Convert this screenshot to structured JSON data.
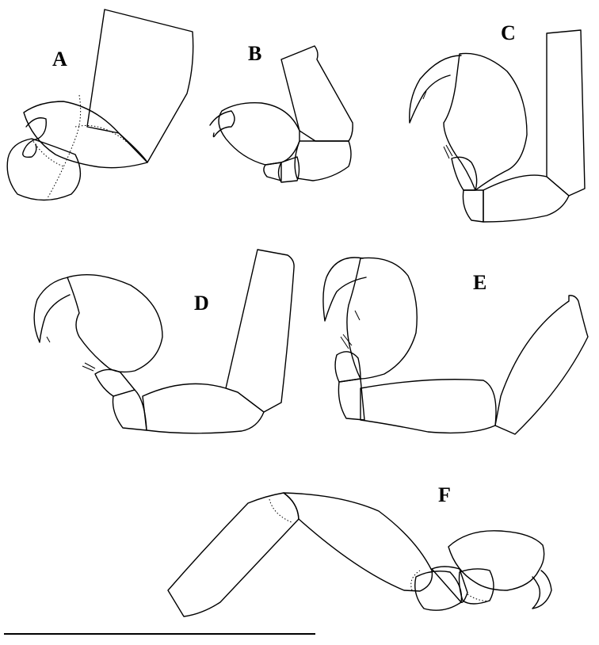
{
  "figure": {
    "panels": [
      {
        "id": "A",
        "label": "A"
      },
      {
        "id": "B",
        "label": "B"
      },
      {
        "id": "C",
        "label": "C"
      },
      {
        "id": "D",
        "label": "D"
      },
      {
        "id": "E",
        "label": "E"
      },
      {
        "id": "F",
        "label": "F"
      }
    ],
    "scale_bar": {
      "label": ""
    },
    "colors": {
      "line": "#000000",
      "background": "#ffffff"
    }
  }
}
